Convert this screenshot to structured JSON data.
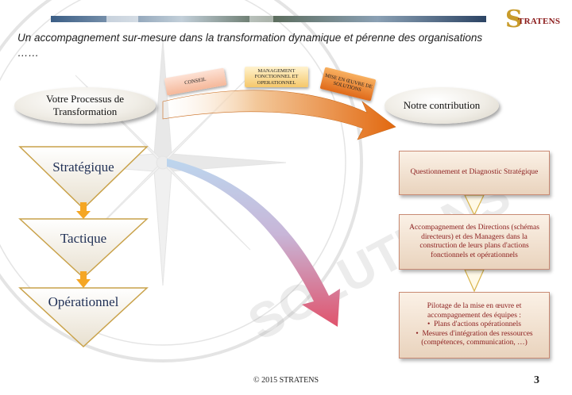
{
  "header": {
    "headline": "Un accompagnement sur-mesure dans la transformation dynamique et pérenne des organisations ……",
    "logo_mark": "S",
    "logo_text": "TRATENS"
  },
  "ellipses": {
    "left": "Votre Processus de Transformation",
    "right": "Notre contribution"
  },
  "tags": {
    "conseil": "CONSEIL",
    "management": "MANAGEMENT FONCTIONNEL ET OPERATIONNEL",
    "mise": "MISE EN ŒUVRE DE SOLUTIONS"
  },
  "levels": [
    "Stratégique",
    "Tactique",
    "Opérationnel"
  ],
  "contributions": {
    "box1": "Questionnement et Diagnostic Stratégique",
    "box2": "Accompagnement des Directions (schémas directeurs) et des Managers dans la construction de leurs plans d'actions fonctionnels et opérationnels",
    "box3_intro": "Pilotage de la mise en œuvre et accompagnement des équipes :",
    "box3_bullet1": "Plans d'actions opérationnels",
    "box3_bullet2": "Mesures d'intégration des ressources",
    "box3_outro": "(compétences, communication, …)"
  },
  "watermark": "SOLUTIONS",
  "footer": "© 2015 STRATENS",
  "page_number": "3",
  "colors": {
    "logo_gold": "#c89b2a",
    "logo_red": "#8b1a1a",
    "box_text": "#8a1c1c",
    "arrow_orange": "#e8731a",
    "arrow_blue": "#9ec3e6",
    "arrow_pink": "#e2627c"
  }
}
